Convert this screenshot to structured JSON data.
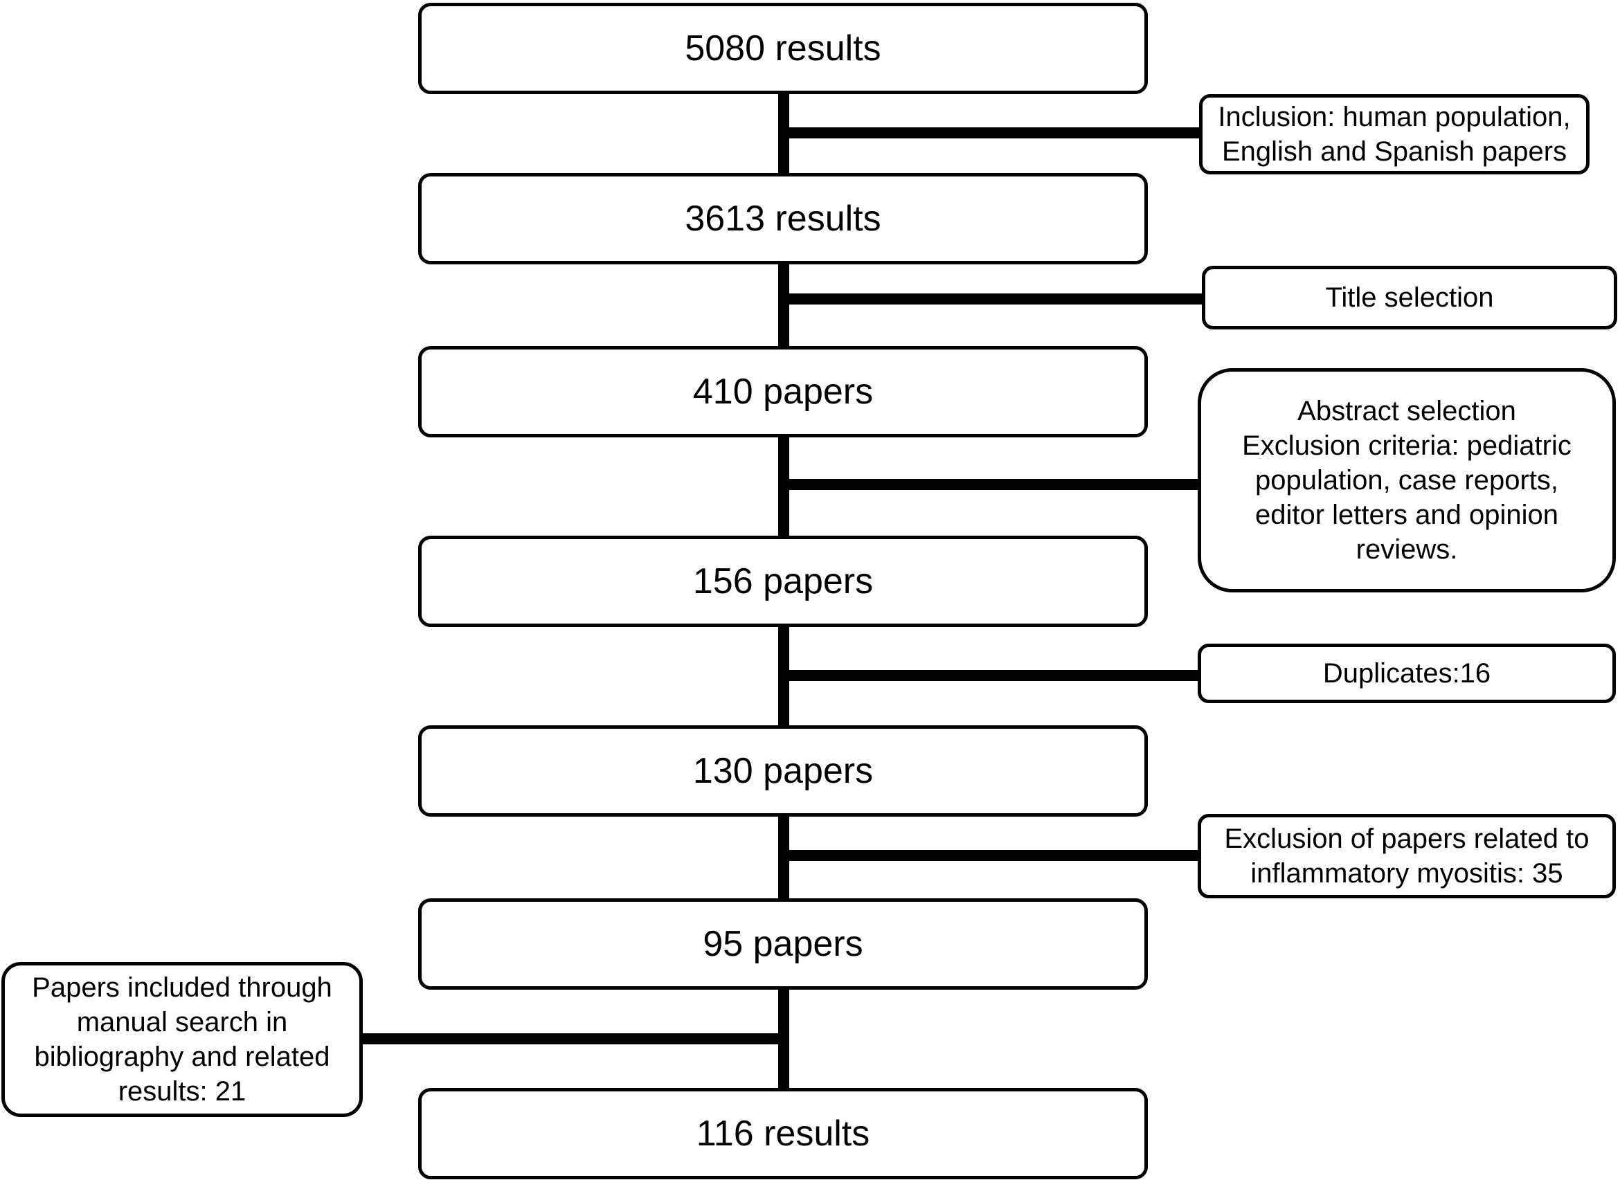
{
  "stages": [
    {
      "id": "s1",
      "label": "5080 results"
    },
    {
      "id": "s2",
      "label": "3613 results"
    },
    {
      "id": "s3",
      "label": "410 papers"
    },
    {
      "id": "s4",
      "label": "156 papers"
    },
    {
      "id": "s5",
      "label": "130 papers"
    },
    {
      "id": "s6",
      "label": "95 papers"
    },
    {
      "id": "s7",
      "label": "116 results"
    }
  ],
  "filters": [
    {
      "id": "f1",
      "lines": [
        "Inclusion: human population,",
        "English and Spanish papers"
      ]
    },
    {
      "id": "f2",
      "lines": [
        "Title selection"
      ]
    },
    {
      "id": "f3",
      "lines": [
        "Abstract selection",
        "Exclusion criteria: pediatric",
        "population, case reports,",
        "editor letters and opinion",
        "reviews."
      ]
    },
    {
      "id": "f4",
      "lines": [
        "Duplicates:16"
      ]
    },
    {
      "id": "f5",
      "lines": [
        "Exclusion of papers related to",
        "inflammatory myositis: 35"
      ]
    },
    {
      "id": "f6",
      "lines": [
        "Papers included through",
        "manual search in",
        "bibliography and related",
        "results: 21"
      ]
    }
  ],
  "colors": {
    "stroke": "#000000",
    "fill": "#ffffff"
  }
}
